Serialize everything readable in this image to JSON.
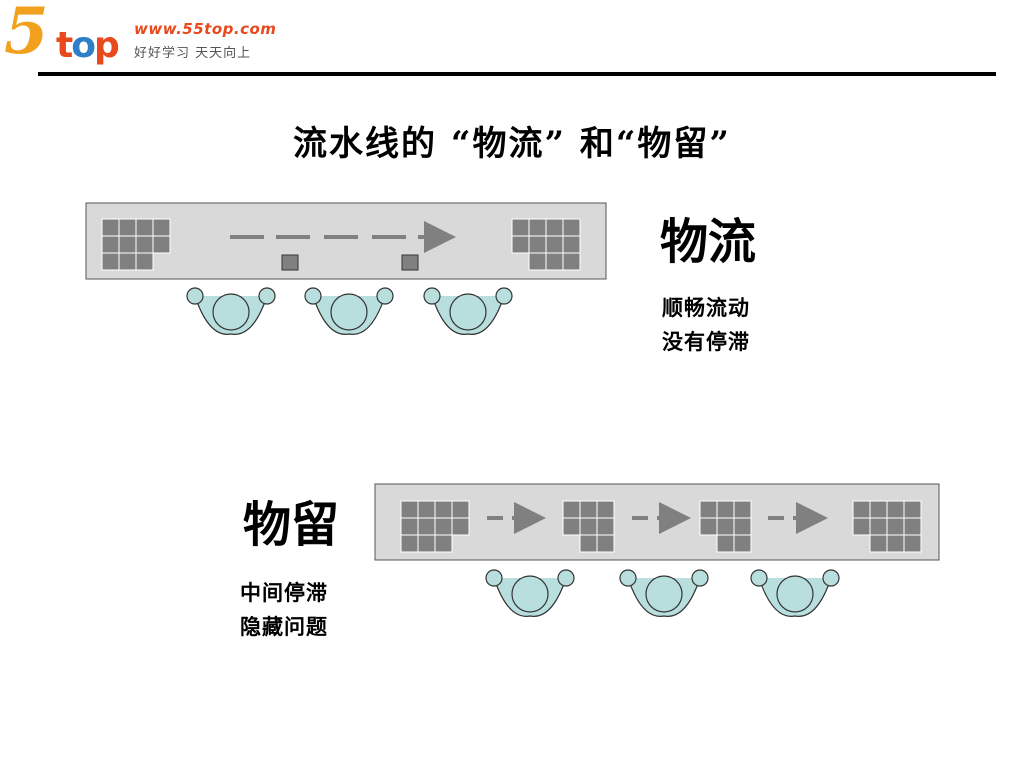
{
  "header": {
    "logo_number": "5",
    "logo_word_t": "t",
    "logo_word_o": "o",
    "logo_word_p": "p",
    "url": "www.55top.com",
    "slogan": "好好学习  天天向上"
  },
  "title": "流水线的  “物流”  和“物留”",
  "flow": {
    "label": "物流",
    "desc_line1": "顺畅流动",
    "desc_line2": "没有停滞"
  },
  "retention": {
    "label": "物留",
    "desc_line1": "中间停滞",
    "desc_line2": "隐藏问题"
  },
  "colors": {
    "conveyor_fill": "#d9d9d9",
    "block_fill": "#808080",
    "arrow": "#808080",
    "worker_fill": "#b8dede",
    "accent_logo_orange": "#e8491d",
    "accent_logo_gold": "#f2a11f"
  }
}
